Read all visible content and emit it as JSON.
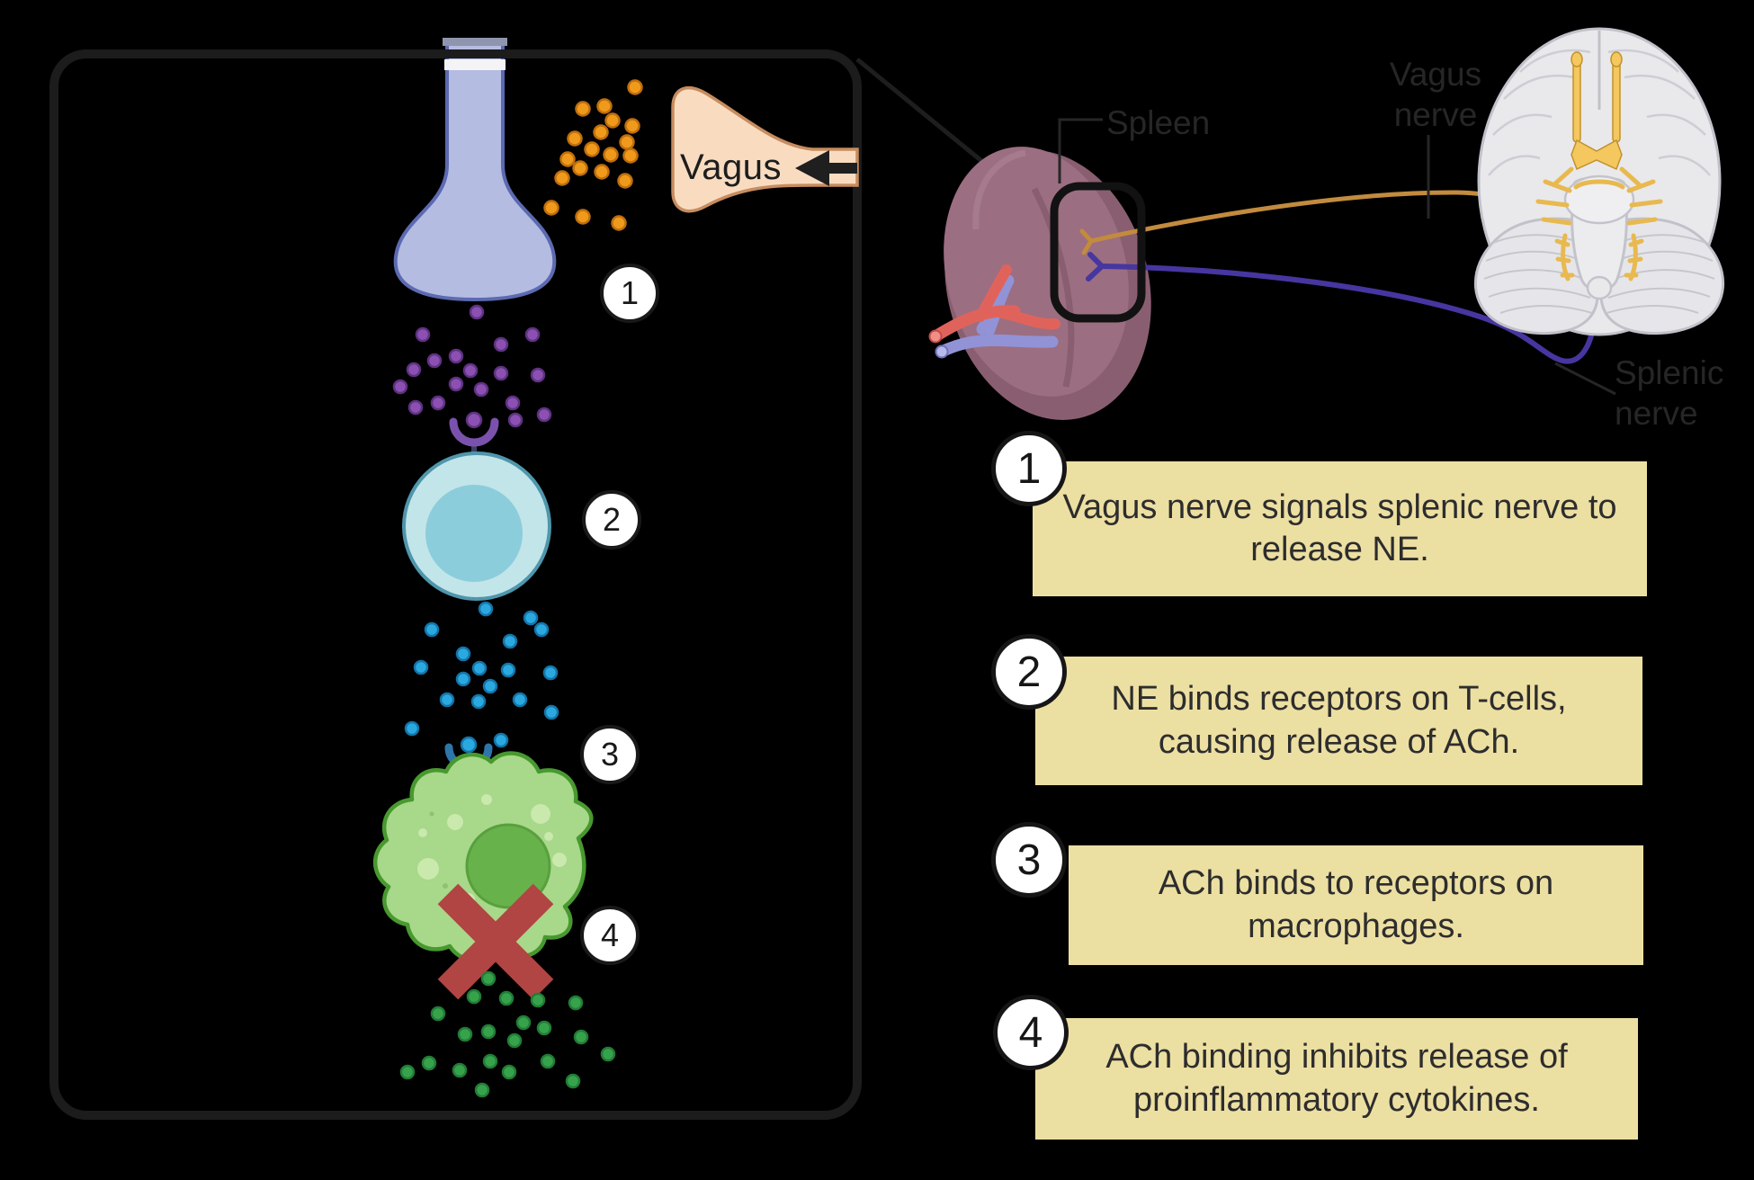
{
  "panel": {
    "vagus_label": "Vagus",
    "markers": [
      "1",
      "2",
      "3",
      "4"
    ]
  },
  "anatomy_labels": {
    "spleen": "Spleen",
    "vagus_nerve": "Vagus\nnerve",
    "splenic_nerve": "Splenic\nnerve"
  },
  "steps": [
    {
      "num": "1",
      "text": "Vagus nerve signals splenic nerve to release NE."
    },
    {
      "num": "2",
      "text": "NE binds receptors on T-cells, causing release of ACh."
    },
    {
      "num": "3",
      "text": "ACh binds to receptors on macrophages."
    },
    {
      "num": "4",
      "text": "ACh binding inhibits release of proinflammatory cytokines."
    }
  ],
  "colors": {
    "background": "#000000",
    "step_box_bg": "#ecdfa2",
    "step_text": "#2d2d2d",
    "anatomy_label_text": "#262626",
    "ne_dot": "#f09a1c",
    "ne_released_dot": "#8b50b2",
    "ach_dot": "#2aa9e0",
    "cytokine_dot": "#36a34c",
    "neuron_terminal": "#b5bce1",
    "vagus_funnel": "#f9dcc0",
    "t_cell": "#c2e5ea",
    "macrophage": "#a8d889",
    "inhibit_x": "#b04543",
    "spleen": "#946679",
    "vagus_nerve_line": "#c28b3d",
    "splenic_nerve_line": "#4636a0"
  }
}
